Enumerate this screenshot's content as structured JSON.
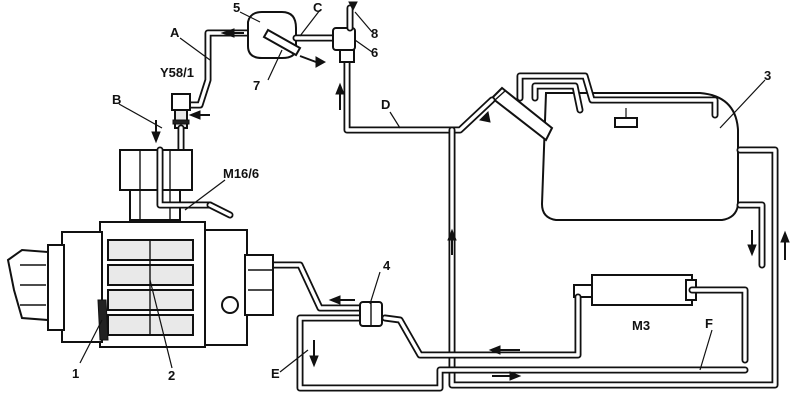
{
  "labels": {
    "A": "A",
    "B": "B",
    "C": "C",
    "D": "D",
    "E": "E",
    "F": "F",
    "n1": "1",
    "n2": "2",
    "n3": "3",
    "n4": "4",
    "n5": "5",
    "n6": "6",
    "n7": "7",
    "n8": "8",
    "Y58_1": "Y58/1",
    "M16_6": "M16/6",
    "M3": "M3"
  }
}
